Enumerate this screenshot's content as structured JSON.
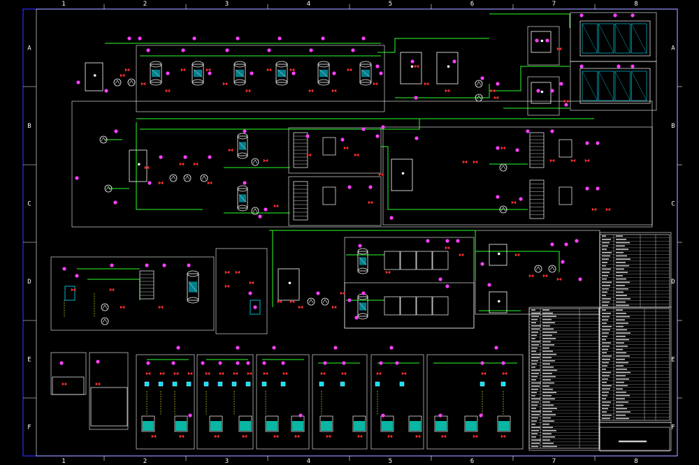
{
  "drawing": {
    "column_labels": [
      "1",
      "2",
      "3",
      "4",
      "5",
      "6",
      "7",
      "8"
    ],
    "row_labels": [
      "A",
      "B",
      "C",
      "D",
      "E",
      "F"
    ]
  },
  "colors": {
    "background": "#000000",
    "border": "#2b2bff",
    "frame": "#ffffff",
    "pipe": "#2dff2d",
    "valve": "#ff3030",
    "instrument": "#ff40ff",
    "tank_fill": "#0bd6c0",
    "vessel": "#ffffff",
    "accent_cyan": "#00e5ff",
    "accent_yellow": "#ffff40"
  }
}
